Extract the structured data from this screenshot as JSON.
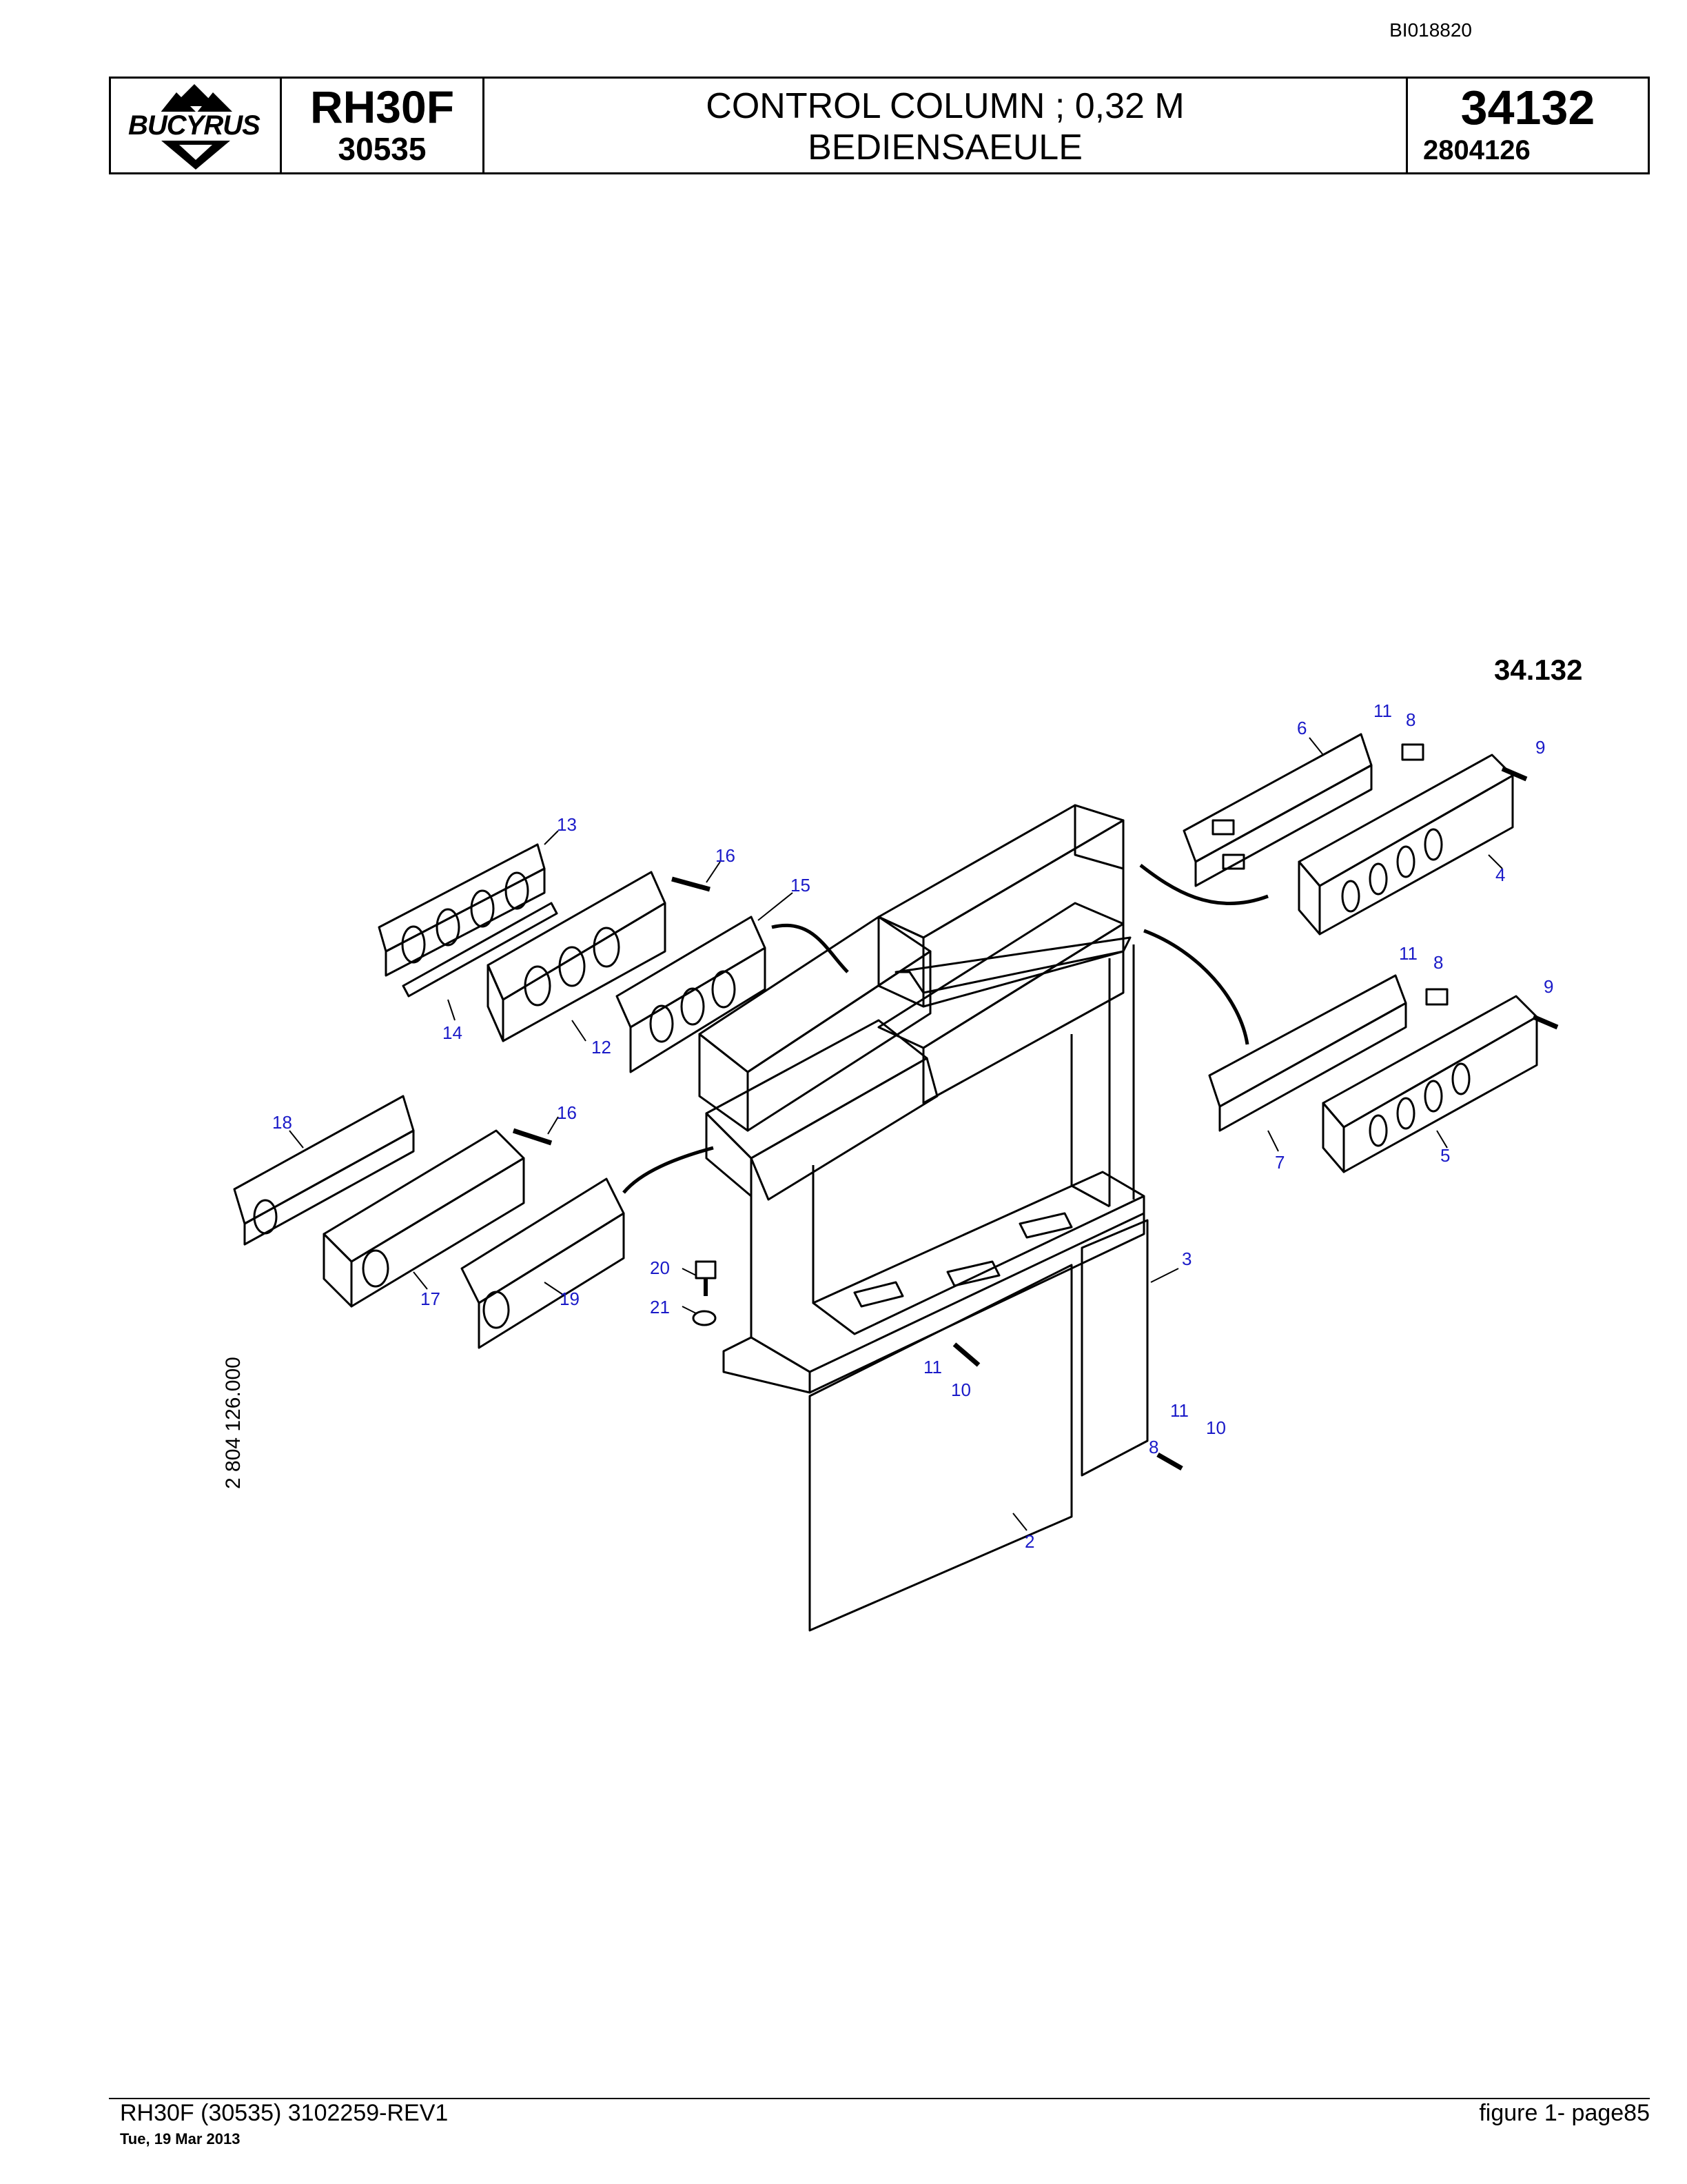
{
  "header": {
    "document_id": "BI018820",
    "brand": "BUCYRUS",
    "model": "RH30F",
    "serial": "30535",
    "title_en": "CONTROL COLUMN ; 0,32 M",
    "title_de": "BEDIENSAEULE",
    "group_number": "34132",
    "part_number": "2804126"
  },
  "figure": {
    "figure_label": "34.132",
    "drawing_code": "2 804 126.000",
    "callouts": [
      "2",
      "3",
      "4",
      "5",
      "6",
      "7",
      "8",
      "9",
      "10",
      "11",
      "12",
      "13",
      "14",
      "15",
      "16",
      "17",
      "18",
      "19",
      "20",
      "21"
    ]
  },
  "footer": {
    "left": "RH30F (30535) 3102259-REV1",
    "date": "Tue, 19 Mar 2013",
    "right": "figure  1- page85"
  },
  "colors": {
    "callout": "#1a1ac8",
    "line": "#000000"
  }
}
